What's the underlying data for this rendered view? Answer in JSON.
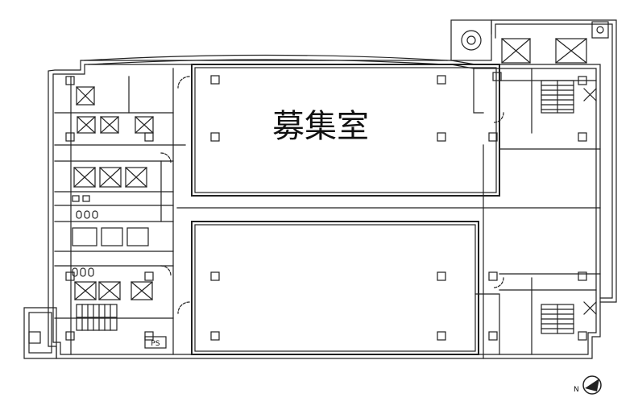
{
  "floorplan": {
    "vacancy_label": "募集室",
    "ps_label": "PS",
    "north_label": "N",
    "colors": {
      "line": "#222222",
      "fill": "#ffffff"
    }
  }
}
